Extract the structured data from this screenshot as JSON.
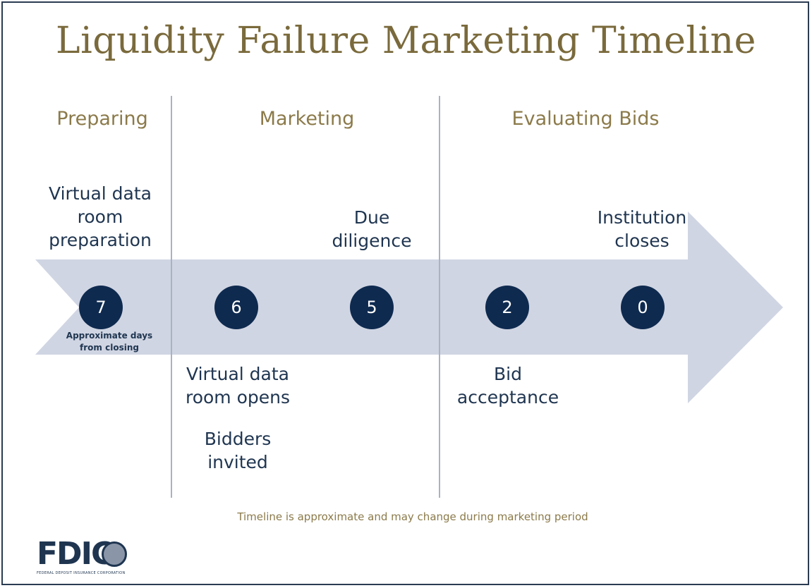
{
  "title": "Liquidity Failure Marketing Timeline",
  "phases": [
    "Preparing",
    "Marketing",
    "Evaluating Bids"
  ],
  "milestones": [
    {
      "days": "7",
      "label_above": "Virtual data room preparation"
    },
    {
      "days": "6",
      "labels_below": [
        "Virtual data room opens",
        "Bidders invited"
      ]
    },
    {
      "days": "5",
      "label_above": "Due diligence"
    },
    {
      "days": "2",
      "label_below": "Bid acceptance"
    },
    {
      "days": "0",
      "label_above": "Institution closes"
    }
  ],
  "days_note": "Approximate days from closing",
  "footer_note": "Timeline is approximate and may change during marketing period",
  "logo": {
    "text": "FDIC",
    "subtext": "FEDERAL DEPOSIT INSURANCE CORPORATION"
  },
  "colors": {
    "gold": "#8b7a4a",
    "navy": "#0e2a4f",
    "arrow": "#d0d5e3",
    "divider": "#a9b2c2"
  }
}
